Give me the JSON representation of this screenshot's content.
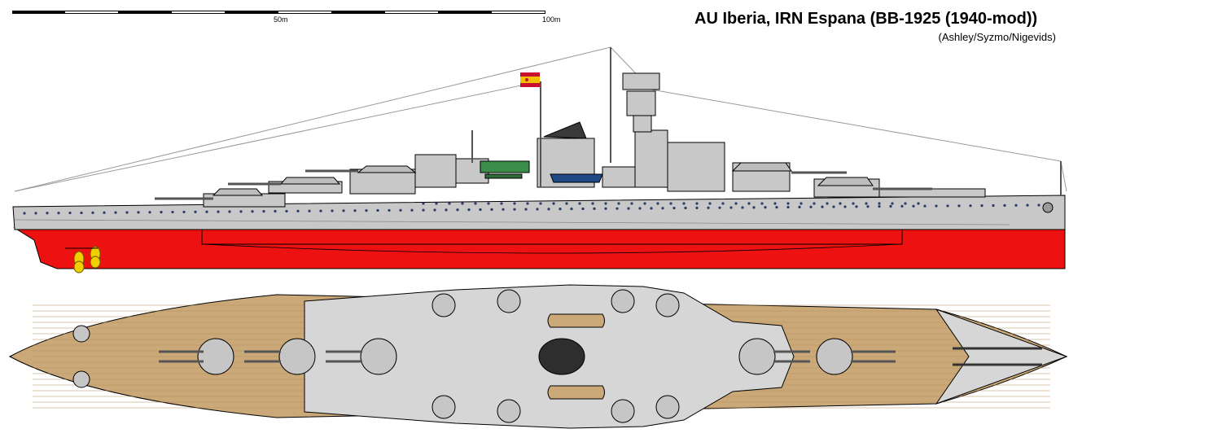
{
  "scale": {
    "label_50": "50m",
    "label_100": "100m"
  },
  "title": "AU Iberia, IRN Espana (BB-1925 (1940-mod))",
  "credits": "(Ashley/Syzmo/Nigevids)",
  "colors": {
    "hull_grey": "#c8c8c8",
    "hull_red": "#ee1111",
    "deck_wood": "#caa878",
    "steel_dark": "#7a7a7a",
    "flag_red": "#c8102e",
    "flag_yellow": "#f1bf00",
    "propeller": "#f0d000",
    "seaplane_green": "#3c8c4a",
    "boat_blue": "#1f4a86"
  }
}
